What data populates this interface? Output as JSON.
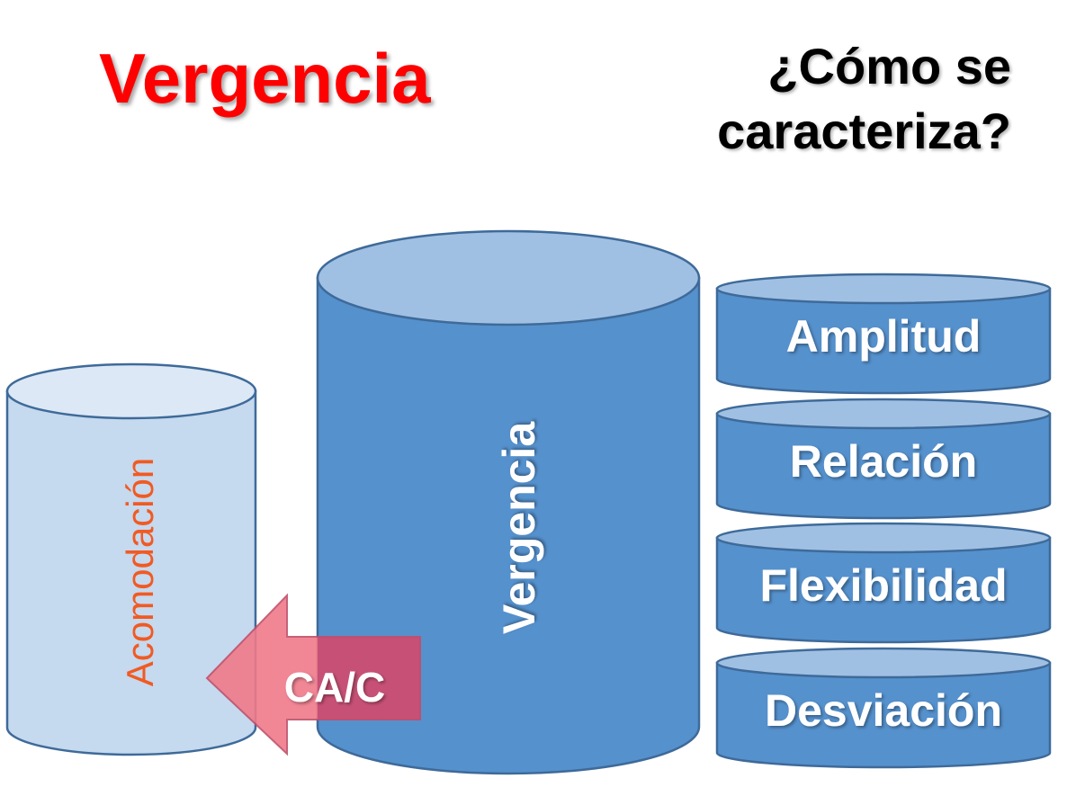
{
  "header": {
    "title": "Vergencia",
    "question": "¿Cómo se caracteriza?"
  },
  "diagram": {
    "left_cylinder": {
      "label": "Acomodación"
    },
    "center_cylinder": {
      "label": "Vergencia"
    },
    "arrow": {
      "label": "CA/C"
    },
    "discs": [
      {
        "label": "Amplitud"
      },
      {
        "label": "Relación"
      },
      {
        "label": "Flexibilidad"
      },
      {
        "label": "Desviación"
      }
    ]
  },
  "colors": {
    "title": "#ff0000",
    "question": "#000000",
    "cylinder_body": "#5591cd",
    "cylinder_top": "#a0c0e3",
    "cylinder_stroke": "#3e6a99",
    "left_body": "#c5d9ef",
    "left_top": "#dce8f5",
    "acomodacion_text": "#f15a22",
    "arrow_fill": "#f07a8a",
    "arrow_overlap": "#c24a72",
    "arrow_stroke": "#c0506a",
    "label_text": "#ffffff"
  }
}
